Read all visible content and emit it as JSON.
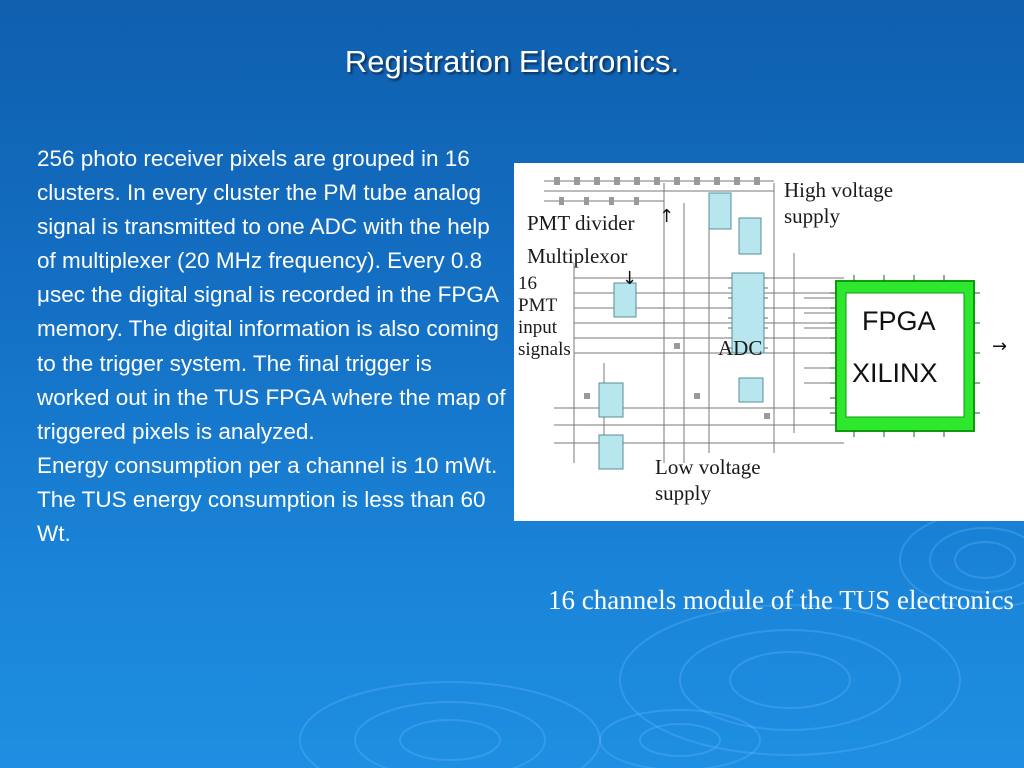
{
  "slide": {
    "title": "Registration Electronics.",
    "body_paragraphs": [
      "256 photo receiver pixels are grouped in 16 clusters. In every cluster the PM tube analog signal is transmitted to one ADC with the help of multiplexer (20 MHz frequency). Every 0.8 μsec the digital signal is recorded in the FPGA memory. The digital information is also coming to the trigger system. The final trigger is worked out in the TUS FPGA where the map of triggered pixels is analyzed.",
      "Energy consumption per a channel is 10 mWt. The TUS energy consumption is less than 60 Wt."
    ],
    "caption": "16 channels module of the TUS electronics"
  },
  "diagram": {
    "labels": {
      "high_voltage": [
        "High voltage",
        "supply"
      ],
      "pmt_divider": "PMT divider",
      "multiplexor": "Multiplexor",
      "pmt_inputs": [
        "16",
        "PMT",
        "input",
        "signals"
      ],
      "adc": "ADC",
      "fpga": "FPGA",
      "xilinx": "XILINX",
      "low_voltage": [
        "Low voltage",
        "supply"
      ]
    },
    "arrows": {
      "up": "↑",
      "down": "↓",
      "right": "→"
    },
    "colors": {
      "fpga_board": "#2ee82e",
      "chip_fill": "#b8e6ee",
      "trace": "#7a7a7a",
      "background": "#ffffff"
    }
  }
}
